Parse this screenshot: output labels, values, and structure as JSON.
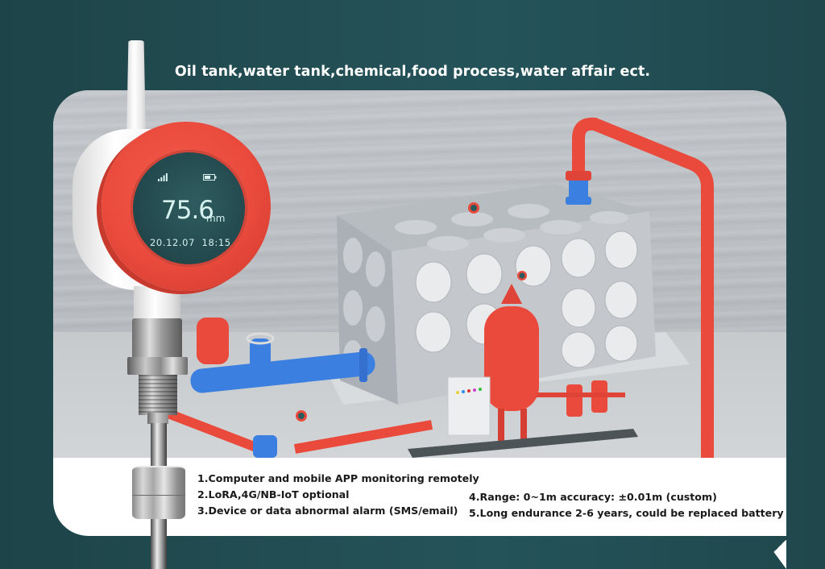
{
  "headline": "Oil tank,water tank,chemical,food process,water affair ect.",
  "device": {
    "reading_value": "75.6",
    "reading_unit": "mm",
    "date": "20.12.07",
    "time": "18:15",
    "signal_icon": "signal-bars-icon",
    "battery_icon": "battery-icon"
  },
  "features": {
    "left": [
      "1.Computer and mobile APP monitoring remotely",
      "2.LoRA,4G/NB-IoT optional",
      "3.Device or data abnormal alarm (SMS/email)"
    ],
    "right": [
      "4.Range:  0~1m accuracy:  ±0.01m (custom)",
      "5.Long endurance 2-6 years, could be replaced battery"
    ]
  },
  "colors": {
    "background": "#234f54",
    "accent_red": "#e94a3c",
    "pipe_blue": "#3b7fe0",
    "lcd": "#234a4e",
    "panel": "#ffffff"
  }
}
